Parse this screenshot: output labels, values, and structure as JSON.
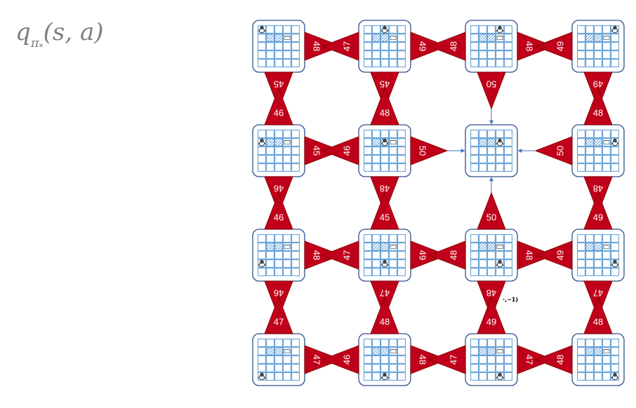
{
  "title": {
    "main": "q",
    "sub": "π",
    "subsub": "*",
    "args": "(s, a)"
  },
  "colors": {
    "board_border": "#2f4e8c",
    "grid_line": "#5b9bd5",
    "triangle_fill": "#c0001a",
    "triangle_border": "#8b0000",
    "arrow": "#4472c4",
    "text": "#ffffff"
  },
  "annotation": "·,−1)",
  "boards": [
    {
      "row": 0,
      "col": 0,
      "agent": [
        0,
        0
      ],
      "terminal": false
    },
    {
      "row": 0,
      "col": 1,
      "agent": [
        0,
        2
      ],
      "terminal": false
    },
    {
      "row": 0,
      "col": 2,
      "agent": [
        0,
        3
      ],
      "terminal": false
    },
    {
      "row": 0,
      "col": 3,
      "agent": [
        0,
        4
      ],
      "terminal": false
    },
    {
      "row": 1,
      "col": 0,
      "agent": [
        1,
        0
      ],
      "terminal": false
    },
    {
      "row": 1,
      "col": 1,
      "agent": [
        1,
        2
      ],
      "terminal": false
    },
    {
      "row": 1,
      "col": 2,
      "agent": [
        1,
        3
      ],
      "terminal": true
    },
    {
      "row": 1,
      "col": 3,
      "agent": [
        1,
        4
      ],
      "terminal": false
    },
    {
      "row": 2,
      "col": 0,
      "agent": [
        3,
        0
      ],
      "terminal": false
    },
    {
      "row": 2,
      "col": 1,
      "agent": [
        3,
        2
      ],
      "terminal": false
    },
    {
      "row": 2,
      "col": 2,
      "agent": [
        3,
        3
      ],
      "terminal": false
    },
    {
      "row": 2,
      "col": 3,
      "agent": [
        3,
        4
      ],
      "terminal": false
    },
    {
      "row": 3,
      "col": 0,
      "agent": [
        4,
        0
      ],
      "terminal": false
    },
    {
      "row": 3,
      "col": 1,
      "agent": [
        4,
        2
      ],
      "terminal": false
    },
    {
      "row": 3,
      "col": 2,
      "agent": [
        4,
        3
      ],
      "terminal": false
    },
    {
      "row": 3,
      "col": 3,
      "agent": [
        4,
        4
      ],
      "terminal": false
    }
  ],
  "horizontal_actions": [
    {
      "row": 0,
      "gap": 0,
      "right": "48",
      "left": "47"
    },
    {
      "row": 0,
      "gap": 1,
      "right": "49",
      "left": "48"
    },
    {
      "row": 0,
      "gap": 2,
      "right": "48",
      "left": "49"
    },
    {
      "row": 1,
      "gap": 0,
      "right": "45",
      "left": "46"
    },
    {
      "row": 1,
      "gap": 1,
      "right": "50",
      "left": null
    },
    {
      "row": 1,
      "gap": 2,
      "right": null,
      "left": "50"
    },
    {
      "row": 2,
      "gap": 0,
      "right": "48",
      "left": "47"
    },
    {
      "row": 2,
      "gap": 1,
      "right": "49",
      "left": "48"
    },
    {
      "row": 2,
      "gap": 2,
      "right": "48",
      "left": "49"
    },
    {
      "row": 3,
      "gap": 0,
      "right": "47",
      "left": "46"
    },
    {
      "row": 3,
      "gap": 1,
      "right": "48",
      "left": "47"
    },
    {
      "row": 3,
      "gap": 2,
      "right": "47",
      "left": "48"
    }
  ],
  "vertical_actions": [
    {
      "col": 0,
      "gap": 0,
      "down": "45",
      "up": "46"
    },
    {
      "col": 0,
      "gap": 1,
      "down": "46",
      "up": "46"
    },
    {
      "col": 0,
      "gap": 2,
      "down": "46",
      "up": "47"
    },
    {
      "col": 1,
      "gap": 0,
      "down": "45",
      "up": "48"
    },
    {
      "col": 1,
      "gap": 1,
      "down": "48",
      "up": "45"
    },
    {
      "col": 1,
      "gap": 2,
      "down": "47",
      "up": "48"
    },
    {
      "col": 2,
      "gap": 0,
      "down": "50",
      "up": null
    },
    {
      "col": 2,
      "gap": 1,
      "down": null,
      "up": "50"
    },
    {
      "col": 2,
      "gap": 2,
      "down": "48",
      "up": "49"
    },
    {
      "col": 3,
      "gap": 0,
      "down": "49",
      "up": "48"
    },
    {
      "col": 3,
      "gap": 1,
      "down": "48",
      "up": "49"
    },
    {
      "col": 3,
      "gap": 2,
      "down": "47",
      "up": "48"
    }
  ]
}
